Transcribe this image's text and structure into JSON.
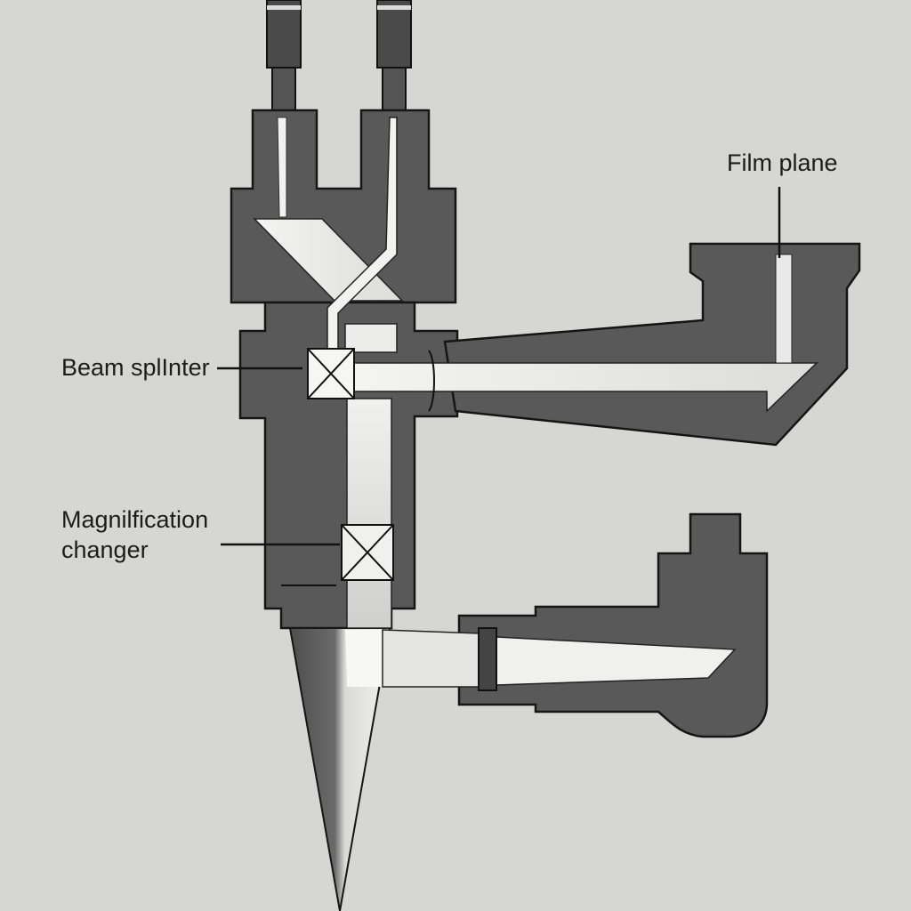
{
  "labels": {
    "film_plane": "Film plane",
    "beam_splitter": "Beam splInter",
    "magnification_line1": "Magnilfication",
    "magnification_line2": "changer"
  },
  "colors": {
    "background": "#d6d6d2",
    "housing": "#595959",
    "housing_outline": "#1a1a1a",
    "light_path": "#ececea",
    "shadow_path": "#b9b9b7"
  }
}
